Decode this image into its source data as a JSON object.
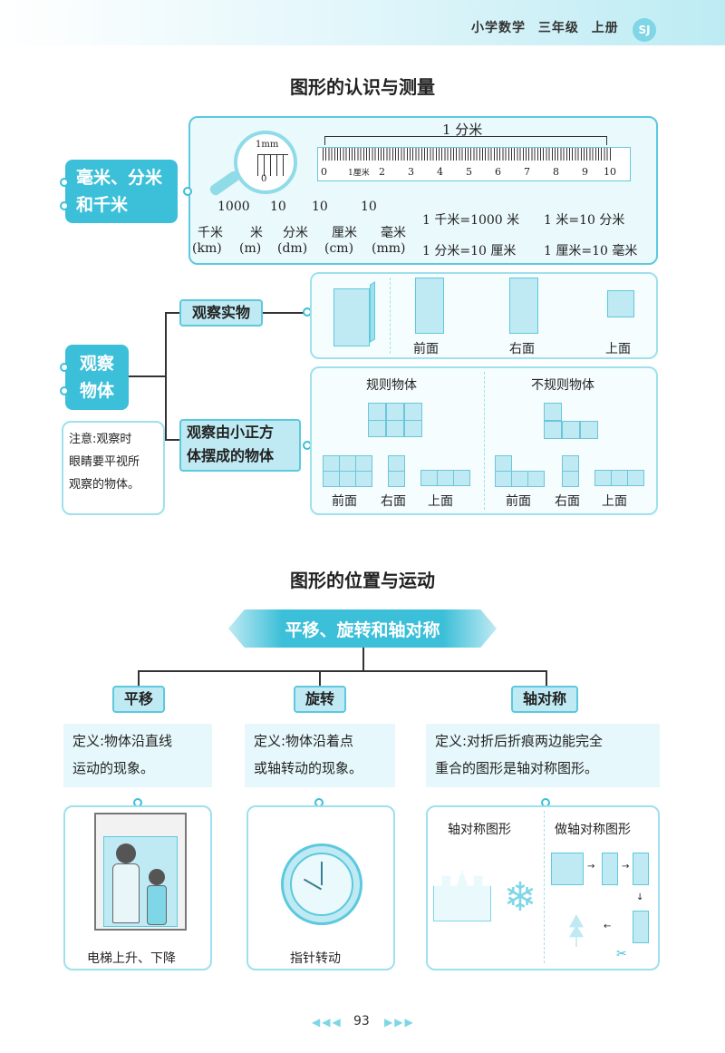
{
  "header": {
    "text": "小学数学  三年级  上册",
    "badge": "SJ"
  },
  "section1": {
    "title": "图形的认识与测量",
    "measure": {
      "node": [
        "毫米、分米",
        "和千米"
      ],
      "magnifier_label": "1mm",
      "magnifier_zero": "0",
      "ruler_caption": "1 分米",
      "ruler_ticks": [
        "0",
        "1厘米",
        "2",
        "3",
        "4",
        "5",
        "6",
        "7",
        "8",
        "9",
        "10"
      ],
      "rates": [
        "1000",
        "10",
        "10",
        "10"
      ],
      "units_cn": [
        "千米",
        "米",
        "分米",
        "厘米",
        "毫米"
      ],
      "units_en": [
        "(km)",
        "(m)",
        "(dm)",
        "(cm)",
        "(mm)"
      ],
      "conversions": [
        "1 千米=1000 米",
        "1 米=10 分米",
        "1 分米=10 厘米",
        "1 厘米=10 毫米"
      ]
    },
    "observe": {
      "node": [
        "观察",
        "物体"
      ],
      "note": [
        "注意:观察时",
        "眼睛要平视所",
        "观察的物体。"
      ],
      "real_label": "观察实物",
      "real_views": [
        "前面",
        "右面",
        "上面"
      ],
      "cubes_label": [
        "观察由小正方",
        "体摆成的物体"
      ],
      "regular_title": "规则物体",
      "irregular_title": "不规则物体",
      "views": [
        "前面",
        "右面",
        "上面"
      ]
    }
  },
  "section2": {
    "title": "图形的位置与运动",
    "banner": "平移、旋转和轴对称",
    "branches": [
      {
        "tag": "平移",
        "def": [
          "定义:物体沿直线",
          "运动的现象。"
        ],
        "caption": "电梯上升、下降"
      },
      {
        "tag": "旋转",
        "def": [
          "定义:物体沿着点",
          "或轴转动的现象。"
        ],
        "caption": "指针转动"
      },
      {
        "tag": "轴对称",
        "def": [
          "定义:对折后折痕两边能完全",
          "重合的图形是轴对称图形。"
        ],
        "left_title": "轴对称图形",
        "right_title": "做轴对称图形"
      }
    ]
  },
  "footer": {
    "page_number": "93",
    "arrows_left": "◀◀◀",
    "arrows_right": "▶▶▶"
  },
  "colors": {
    "accent": "#7fd6e6",
    "accent_dark": "#3cbfd8",
    "panel_border": "#9ee0ec"
  }
}
